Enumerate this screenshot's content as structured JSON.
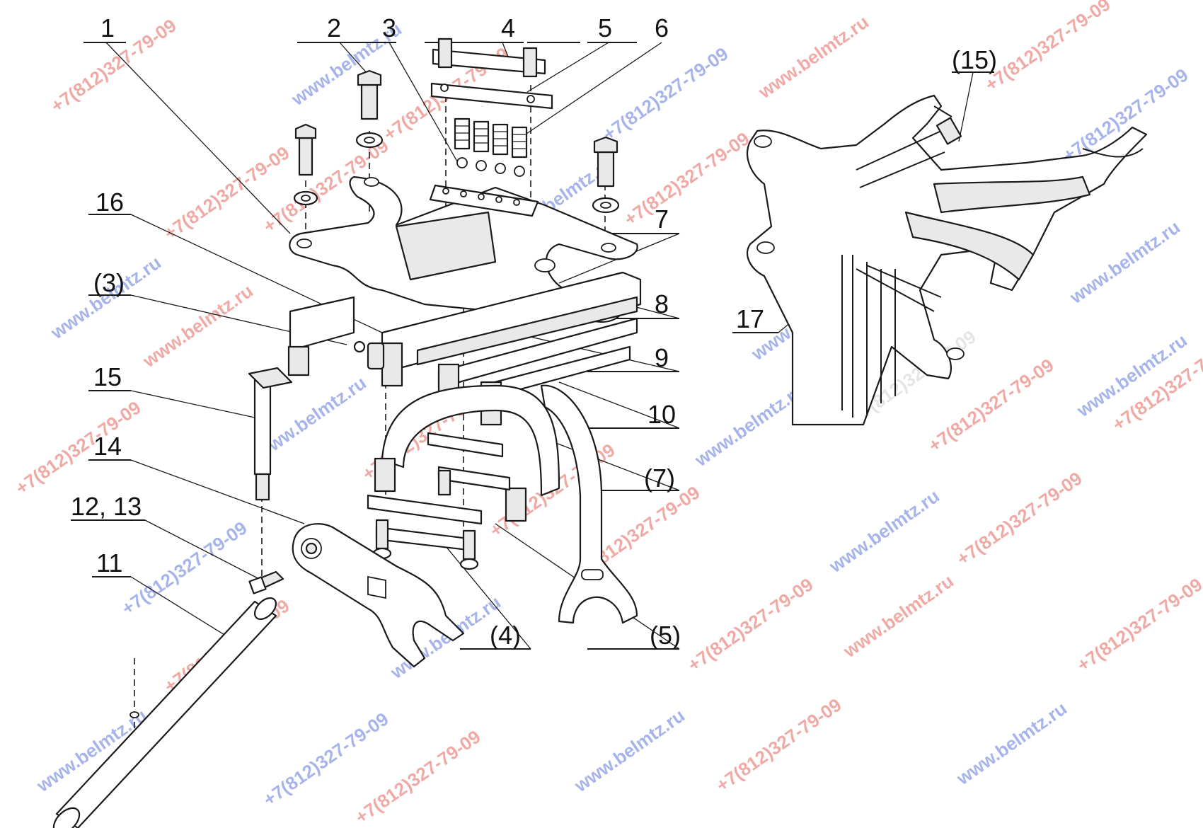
{
  "callouts": {
    "c1": "1",
    "c2": "2",
    "c3": "3",
    "c4": "4",
    "c5": "5",
    "c6": "6",
    "c7": "7",
    "c8": "8",
    "c9": "9",
    "c10": "10",
    "c11": "11",
    "c12_13": "12, 13",
    "c14": "14",
    "c15": "15",
    "c16": "16",
    "c17": "17",
    "p3": "(3)",
    "p4": "(4)",
    "p5": "(5)",
    "p7": "(7)",
    "p15": "(15)"
  },
  "watermarks": {
    "site": "www.belmtz.ru",
    "phone": "+7(812)327-79-09"
  },
  "colors": {
    "line": "#1a1a1a",
    "watermark_red": "#e0443a",
    "watermark_blue": "#3d5bd6",
    "watermark_gray": "#b7b7b7"
  }
}
